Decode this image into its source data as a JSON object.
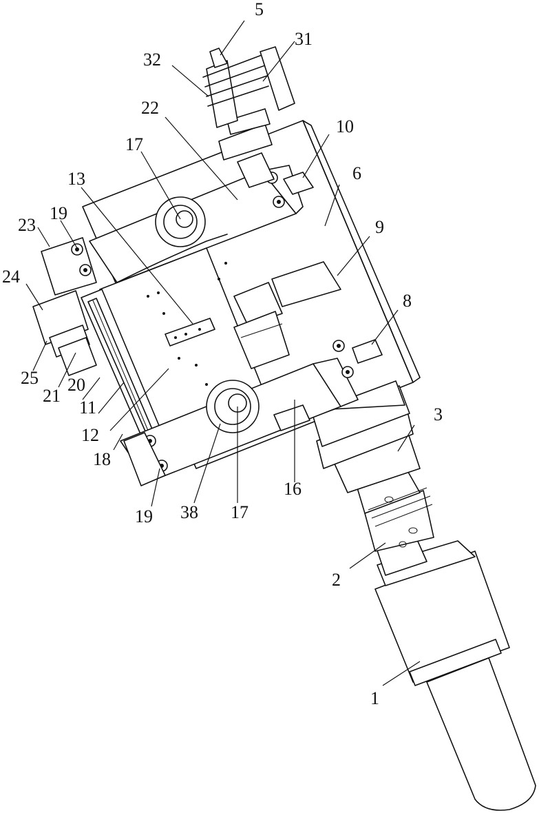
{
  "callouts": {
    "c5": "5",
    "c31": "31",
    "c32": "32",
    "c22": "22",
    "c10": "10",
    "c17_top": "17",
    "c6": "6",
    "c13": "13",
    "c9": "9",
    "c19_top": "19",
    "c23": "23",
    "c24": "24",
    "c8": "8",
    "c25": "25",
    "c21": "21",
    "c20": "20",
    "c11": "11",
    "c12": "12",
    "c3": "3",
    "c18": "18",
    "c16": "16",
    "c19_bottom": "19",
    "c38": "38",
    "c17_bottom": "17",
    "c2": "2",
    "c1": "1"
  }
}
